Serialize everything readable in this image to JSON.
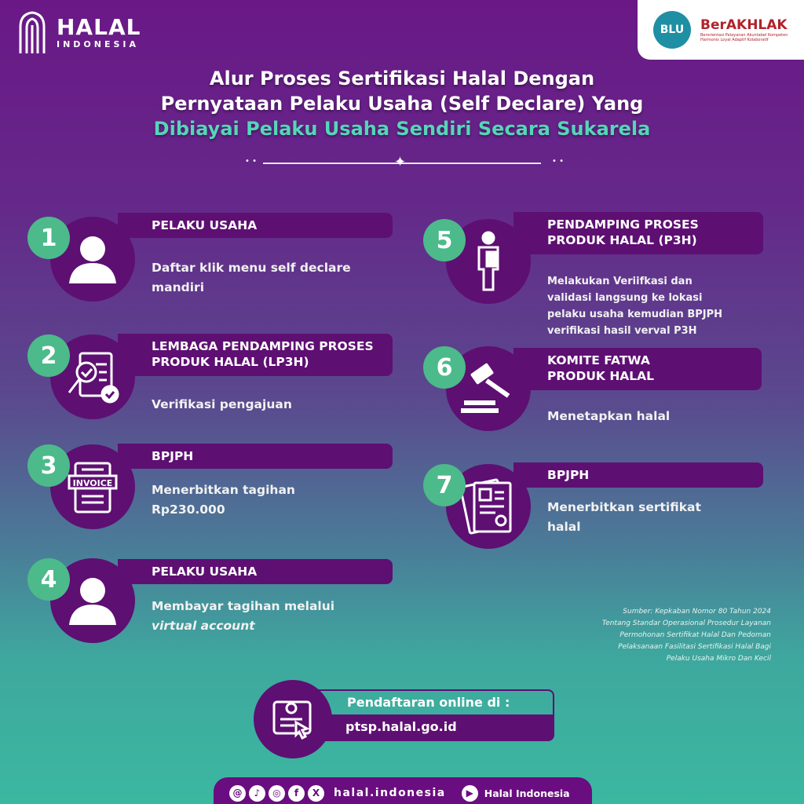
{
  "brand": {
    "name": "HALAL",
    "sub": "INDONESIA"
  },
  "partners": {
    "blu": "BLU",
    "berakhlak": "BerAKHLAK",
    "berakhlak_tagline": "Berorientasi Pelayanan Akuntabel Kompeten Harmonis Loyal Adaptif Kolaboratif"
  },
  "title": {
    "line1": "Alur Proses Sertifikasi Halal Dengan",
    "line2": "Pernyataan Pelaku Usaha (Self Declare) Yang",
    "line3": "Dibiayai Pelaku Usaha Sendiri Secara Sukarela"
  },
  "steps": [
    {
      "number": "1",
      "heading": "PELAKU USAHA",
      "desc": [
        "Daftar klik menu self declare",
        "mandiri"
      ],
      "icon": "user-icon"
    },
    {
      "number": "2",
      "heading": "LEMBAGA PENDAMPING PROSES",
      "heading2": "PRODUK HALAL (LP3H)",
      "desc": [
        "Verifikasi pengajuan"
      ],
      "icon": "document-check-icon"
    },
    {
      "number": "3",
      "heading": "BPJPH",
      "desc": [
        "Menerbitkan tagihan",
        "Rp230.000"
      ],
      "icon": "invoice-icon",
      "icon_label": "INVOICE"
    },
    {
      "number": "4",
      "heading": "PELAKU USAHA",
      "desc": [
        "Membayar tagihan melalui",
        "virtual account"
      ],
      "icon": "user-icon"
    },
    {
      "number": "5",
      "heading": "PENDAMPING PROSES",
      "heading2": "PRODUK HALAL (P3H)",
      "desc": [
        "Melakukan Veriifkasi dan",
        "validasi langsung ke lokasi",
        "pelaku usaha kemudian BPJPH",
        "verifikasi hasil verval P3H"
      ],
      "icon": "person-clipboard-icon"
    },
    {
      "number": "6",
      "heading": "KOMITE FATWA",
      "heading2": "PRODUK HALAL",
      "desc": [
        "Menetapkan halal"
      ],
      "icon": "gavel-icon"
    },
    {
      "number": "7",
      "heading": "BPJPH",
      "desc": [
        "Menerbitkan sertifikat",
        "halal"
      ],
      "icon": "certificate-icon"
    }
  ],
  "source": [
    "Sumber: Kepkaban Nomor 80 Tahun 2024",
    "Tentang Standar Operasional Prosedur Layanan",
    "Permohonan Sertifikat Halal Dan Pedoman",
    "Pelaksanaan Fasilitasi Sertifikasi Halal Bagi",
    "Pelaku Usaha Mikro Dan Kecil"
  ],
  "registration": {
    "label": "Pendaftaran online di :",
    "url": "ptsp.halal.go.id"
  },
  "footer": {
    "handle": "halal.indonesia",
    "youtube": "Halal Indonesia",
    "social_icons": [
      "threads-icon",
      "tiktok-icon",
      "instagram-icon",
      "facebook-icon",
      "x-icon"
    ]
  },
  "colors": {
    "purple": "#5e0f72",
    "green": "#4cba8a",
    "teal": "#55d6b8"
  }
}
